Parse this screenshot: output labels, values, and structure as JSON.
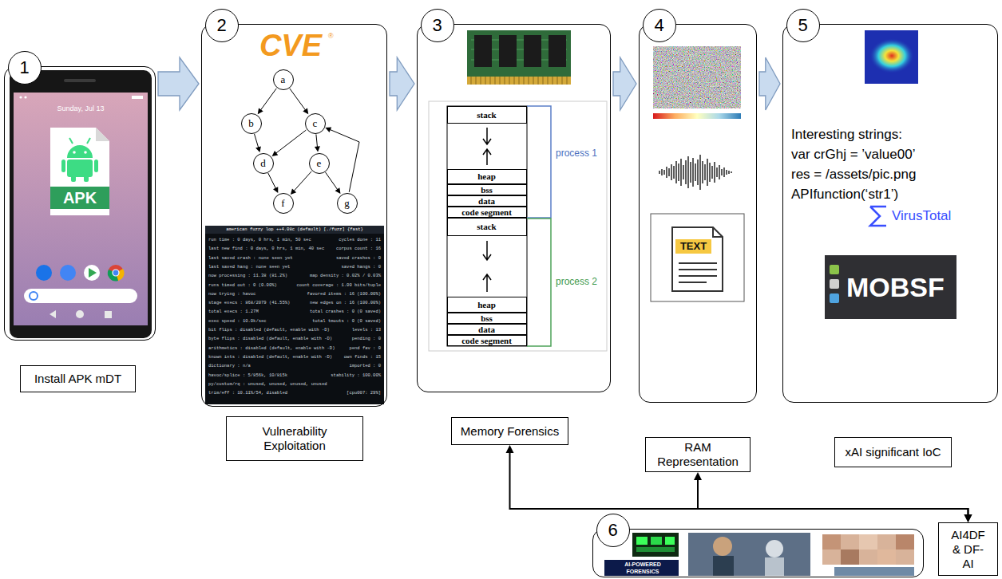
{
  "diagram": {
    "nodes": [
      {
        "text": [
          "1"
        ]
      },
      {
        "text": [
          "2"
        ]
      },
      {
        "text": [
          "a"
        ],
        "in": 1
      },
      {
        "text": [
          "b"
        ],
        "in": 1
      },
      {
        "text": [
          "c"
        ],
        "in": 1
      },
      {
        "text": [
          "d"
        ],
        "in": 1
      },
      {
        "text": [
          "e"
        ],
        "in": 1
      },
      {
        "text": [
          "f"
        ],
        "in": 1
      },
      {
        "text": [
          "g"
        ],
        "in": 1
      },
      {
        "text": [
          "3"
        ]
      },
      {
        "text": [
          "stack"
        ],
        "in": 9
      },
      {
        "text": [
          "heap"
        ],
        "in": 9
      },
      {
        "text": [
          "bss"
        ],
        "in": 9
      },
      {
        "text": [
          "data"
        ],
        "in": 9
      },
      {
        "text": [
          "code segment"
        ],
        "in": 9
      },
      {
        "text": [
          "stack"
        ],
        "in": 9
      },
      {
        "text": [
          "heap"
        ],
        "in": 9
      },
      {
        "text": [
          "bss"
        ],
        "in": 9
      },
      {
        "text": [
          "data"
        ],
        "in": 9
      },
      {
        "text": [
          "code segment"
        ],
        "in": 9
      },
      {
        "text": [
          "4"
        ]
      },
      {
        "text": [
          "5",
          "Interesting strings:",
          "var crGhj = ’value00’",
          "res = /assets/pic.png",
          "APIfunction(‘str1’)"
        ]
      },
      {
        "text": [
          "Install APK mDT"
        ]
      },
      {
        "text": [
          "Vulnerability Exploitation"
        ]
      },
      {
        "text": [
          "Memory Forensics"
        ]
      },
      {
        "text": [
          "RAM Representation"
        ]
      },
      {
        "text": [
          "xAI significant IoC"
        ]
      },
      {
        "text": [
          "6"
        ]
      },
      {
        "text": [
          "AI4DF & DF-AI"
        ]
      }
    ],
    "edges": [
      {
        "from": 0,
        "to": 1,
        "arrow": "to"
      },
      {
        "from": 1,
        "to": 9,
        "arrow": "to"
      },
      {
        "from": 9,
        "to": 20,
        "arrow": "to"
      },
      {
        "from": 20,
        "to": 21,
        "arrow": "to"
      },
      {
        "from": 2,
        "to": 3,
        "arrow": "to"
      },
      {
        "from": 2,
        "to": 4,
        "arrow": "to"
      },
      {
        "from": 3,
        "to": 5,
        "arrow": "to"
      },
      {
        "from": 4,
        "to": 5,
        "arrow": "to"
      },
      {
        "from": 4,
        "to": 6,
        "arrow": "to"
      },
      {
        "from": 5,
        "to": 7,
        "arrow": "to"
      },
      {
        "from": 6,
        "to": 7,
        "arrow": "to"
      },
      {
        "from": 6,
        "to": 8,
        "arrow": "to"
      },
      {
        "from": 8,
        "to": 4,
        "arrow": "to"
      },
      {
        "from": 28,
        "to": 24,
        "arrow": "both"
      },
      {
        "from": 28,
        "to": 25,
        "arrow": "both"
      }
    ],
    "labels": [
      "Sunday, Jul 13",
      "APK",
      "CVE",
      "®",
      "american fuzzy lop ++4.08c (default) [./fuzz] {fast}",
      "run time : 0 days, 0 hrs, 1 min, 50 sec",
      "cycles done : 11",
      "last new find : 0 days, 0 hrs, 1 min, 40 sec",
      "corpus count : 16",
      "last saved crash : none seen yet",
      "saved crashes : 0",
      "last saved hang : none seen yet",
      "saved hangs : 0",
      "now processing : 11.38 (81.2%)",
      "map density : 0.02% / 0.03%",
      "runs timed out : 0 (0.00%)",
      "count coverage : 1.00 bits/tuple",
      "now trying : havoc",
      "favored items : 16 (100.00%)",
      "stage execs : 868/2079 (41.55%)",
      "new edges on : 16 (100.00%)",
      "total execs : 1.27M",
      "total crashes : 0 (0 saved)",
      "exec speed : 10.0k/sec",
      "total tmouts : 0 (0 saved)",
      "bit flips : disabled (default, enable with -D)",
      "levels : 13",
      "byte flips : disabled (default, enable with -D)",
      "pending : 0",
      "arithmetics : disabled (default, enable with -D)",
      "pend fav : 0",
      "known ints : disabled (default, enable with -D)",
      "own finds : 15",
      "dictionary : n/a",
      "imported : 0",
      "havoc/splice : 5/856k, 10/815k",
      "stability : 100.00%",
      "py/custom/rq : unused, unused, unused, unused",
      "trim/eff : 10.11%/54, disabled",
      "[cpu007: 29%]",
      "process 1",
      "process 2",
      "TEXT",
      "VirusTotal",
      "MOBSF",
      "AI-POWERED FORENSICS"
    ]
  }
}
